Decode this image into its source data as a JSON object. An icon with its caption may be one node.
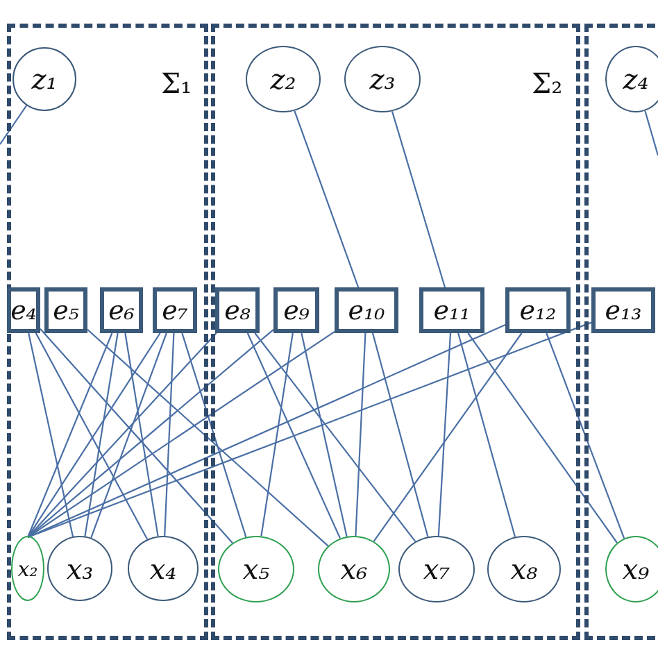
{
  "diagram": {
    "nodes": [
      {
        "text": [
          "Σ₁"
        ]
      },
      {
        "text": [
          "z₁"
        ],
        "in": 0
      },
      {
        "text": [
          "e₄"
        ],
        "in": 0
      },
      {
        "text": [
          "e₅"
        ],
        "in": 0
      },
      {
        "text": [
          "e₆"
        ],
        "in": 0
      },
      {
        "text": [
          "e₇"
        ],
        "in": 0
      },
      {
        "text": [
          "x₂"
        ],
        "in": 0
      },
      {
        "text": [
          "x₃"
        ],
        "in": 0
      },
      {
        "text": [
          "x₄"
        ],
        "in": 0
      },
      {
        "text": [
          "Σ₂"
        ]
      },
      {
        "text": [
          "z₂"
        ],
        "in": 9
      },
      {
        "text": [
          "z₃"
        ],
        "in": 9
      },
      {
        "text": [
          "e₈"
        ],
        "in": 9
      },
      {
        "text": [
          "e₉"
        ],
        "in": 9
      },
      {
        "text": [
          "e₁₀"
        ],
        "in": 9
      },
      {
        "text": [
          "e₁₁"
        ],
        "in": 9
      },
      {
        "text": [
          "e₁₂"
        ],
        "in": 9
      },
      {
        "text": [
          "x₅"
        ],
        "in": 9
      },
      {
        "text": [
          "x₆"
        ],
        "in": 9
      },
      {
        "text": [
          "x₇"
        ],
        "in": 9
      },
      {
        "text": [
          "x₈"
        ],
        "in": 9
      },
      {
        "text": [],
        "shape": "box"
      },
      {
        "text": [
          "z₄"
        ],
        "in": 21
      },
      {
        "text": [
          "e₁₃"
        ],
        "in": 21
      },
      {
        "text": [
          "x₉"
        ],
        "in": 21
      }
    ],
    "edges": [
      {
        "from": 1,
        "to": null,
        "arrow": "none"
      },
      {
        "from": 10,
        "to": 14,
        "arrow": "none"
      },
      {
        "from": 11,
        "to": 15,
        "arrow": "none"
      },
      {
        "from": 22,
        "to": null,
        "arrow": "none"
      },
      {
        "from": 2,
        "to": 7,
        "arrow": "none"
      },
      {
        "from": 2,
        "to": 8,
        "arrow": "none"
      },
      {
        "from": 2,
        "to": 17,
        "arrow": "none"
      },
      {
        "from": 3,
        "to": 18,
        "arrow": "none"
      },
      {
        "from": 4,
        "to": 6,
        "arrow": "none"
      },
      {
        "from": 4,
        "to": 7,
        "arrow": "none"
      },
      {
        "from": 4,
        "to": 8,
        "arrow": "none"
      },
      {
        "from": 5,
        "to": 6,
        "arrow": "none"
      },
      {
        "from": 5,
        "to": 7,
        "arrow": "none"
      },
      {
        "from": 5,
        "to": 8,
        "arrow": "none"
      },
      {
        "from": 5,
        "to": 17,
        "arrow": "none"
      },
      {
        "from": 12,
        "to": 6,
        "arrow": "none"
      },
      {
        "from": 12,
        "to": 18,
        "arrow": "none"
      },
      {
        "from": 12,
        "to": 19,
        "arrow": "none"
      },
      {
        "from": 13,
        "to": 6,
        "arrow": "none"
      },
      {
        "from": 13,
        "to": 17,
        "arrow": "none"
      },
      {
        "from": 13,
        "to": 18,
        "arrow": "none"
      },
      {
        "from": 14,
        "to": 18,
        "arrow": "none"
      },
      {
        "from": 14,
        "to": 19,
        "arrow": "none"
      },
      {
        "from": 14,
        "to": 6,
        "arrow": "none"
      },
      {
        "from": 15,
        "to": 19,
        "arrow": "none"
      },
      {
        "from": 15,
        "to": 20,
        "arrow": "none"
      },
      {
        "from": 15,
        "to": 24,
        "arrow": "none"
      },
      {
        "from": 16,
        "to": 18,
        "arrow": "none"
      },
      {
        "from": 16,
        "to": 6,
        "arrow": "none"
      },
      {
        "from": 16,
        "to": 24,
        "arrow": "none"
      },
      {
        "from": 23,
        "to": 6,
        "arrow": "none"
      }
    ]
  }
}
